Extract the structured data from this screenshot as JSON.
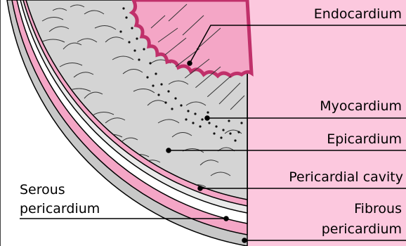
{
  "labels": {
    "endocardium": "Endocardium",
    "myocardium": "Myocardium",
    "epicardium": "Epicardium",
    "pericardial_cavity": "Pericardial cavity",
    "fibrous_line1": "Fibrous",
    "fibrous_line2": "pericardium",
    "serous_line1": "Serous",
    "serous_line2": "pericardium"
  },
  "colors": {
    "background_pink": "#fcc8de",
    "serous_pink": "#f4a6c6",
    "muscle_gray": "#d4d4d4",
    "fibrous_gray": "#c8c8c8",
    "outline": "#000000",
    "cavity_white": "#ffffff"
  }
}
